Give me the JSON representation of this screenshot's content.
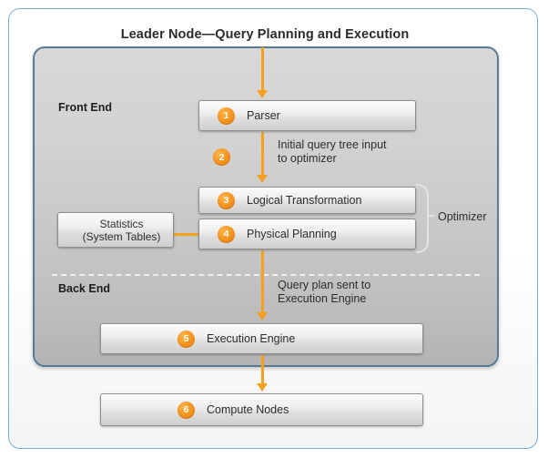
{
  "title": "Leader Node—Query Planning and Execution",
  "sections": {
    "front_end_label": "Front End",
    "back_end_label": "Back End"
  },
  "optimizer": {
    "label": "Optimizer"
  },
  "boxes": {
    "parser": {
      "number": "1",
      "label": "Parser"
    },
    "logical": {
      "number": "3",
      "label": "Logical Transformation"
    },
    "physical": {
      "number": "4",
      "label": "Physical Planning"
    },
    "execution": {
      "number": "5",
      "label": "Execution Engine"
    },
    "compute": {
      "number": "6",
      "label": "Compute Nodes"
    },
    "statistics": {
      "line1": "Statistics",
      "line2": "(System Tables)"
    }
  },
  "steps": {
    "step2_number": "2"
  },
  "annotations": {
    "initial_query": "Initial query tree input\nto optimizer",
    "query_plan": "Query plan sent to\nExecution Engine"
  },
  "colors": {
    "accent_orange": "#f5a11e",
    "frame_blue": "#7bafd9",
    "panel_border": "#5a7b93",
    "panel_top": "#d8d8d8",
    "panel_bottom": "#b4b4b4"
  },
  "icons": {
    "arrow_down": "arrow-down-icon",
    "bracket": "curly-bracket-icon"
  }
}
